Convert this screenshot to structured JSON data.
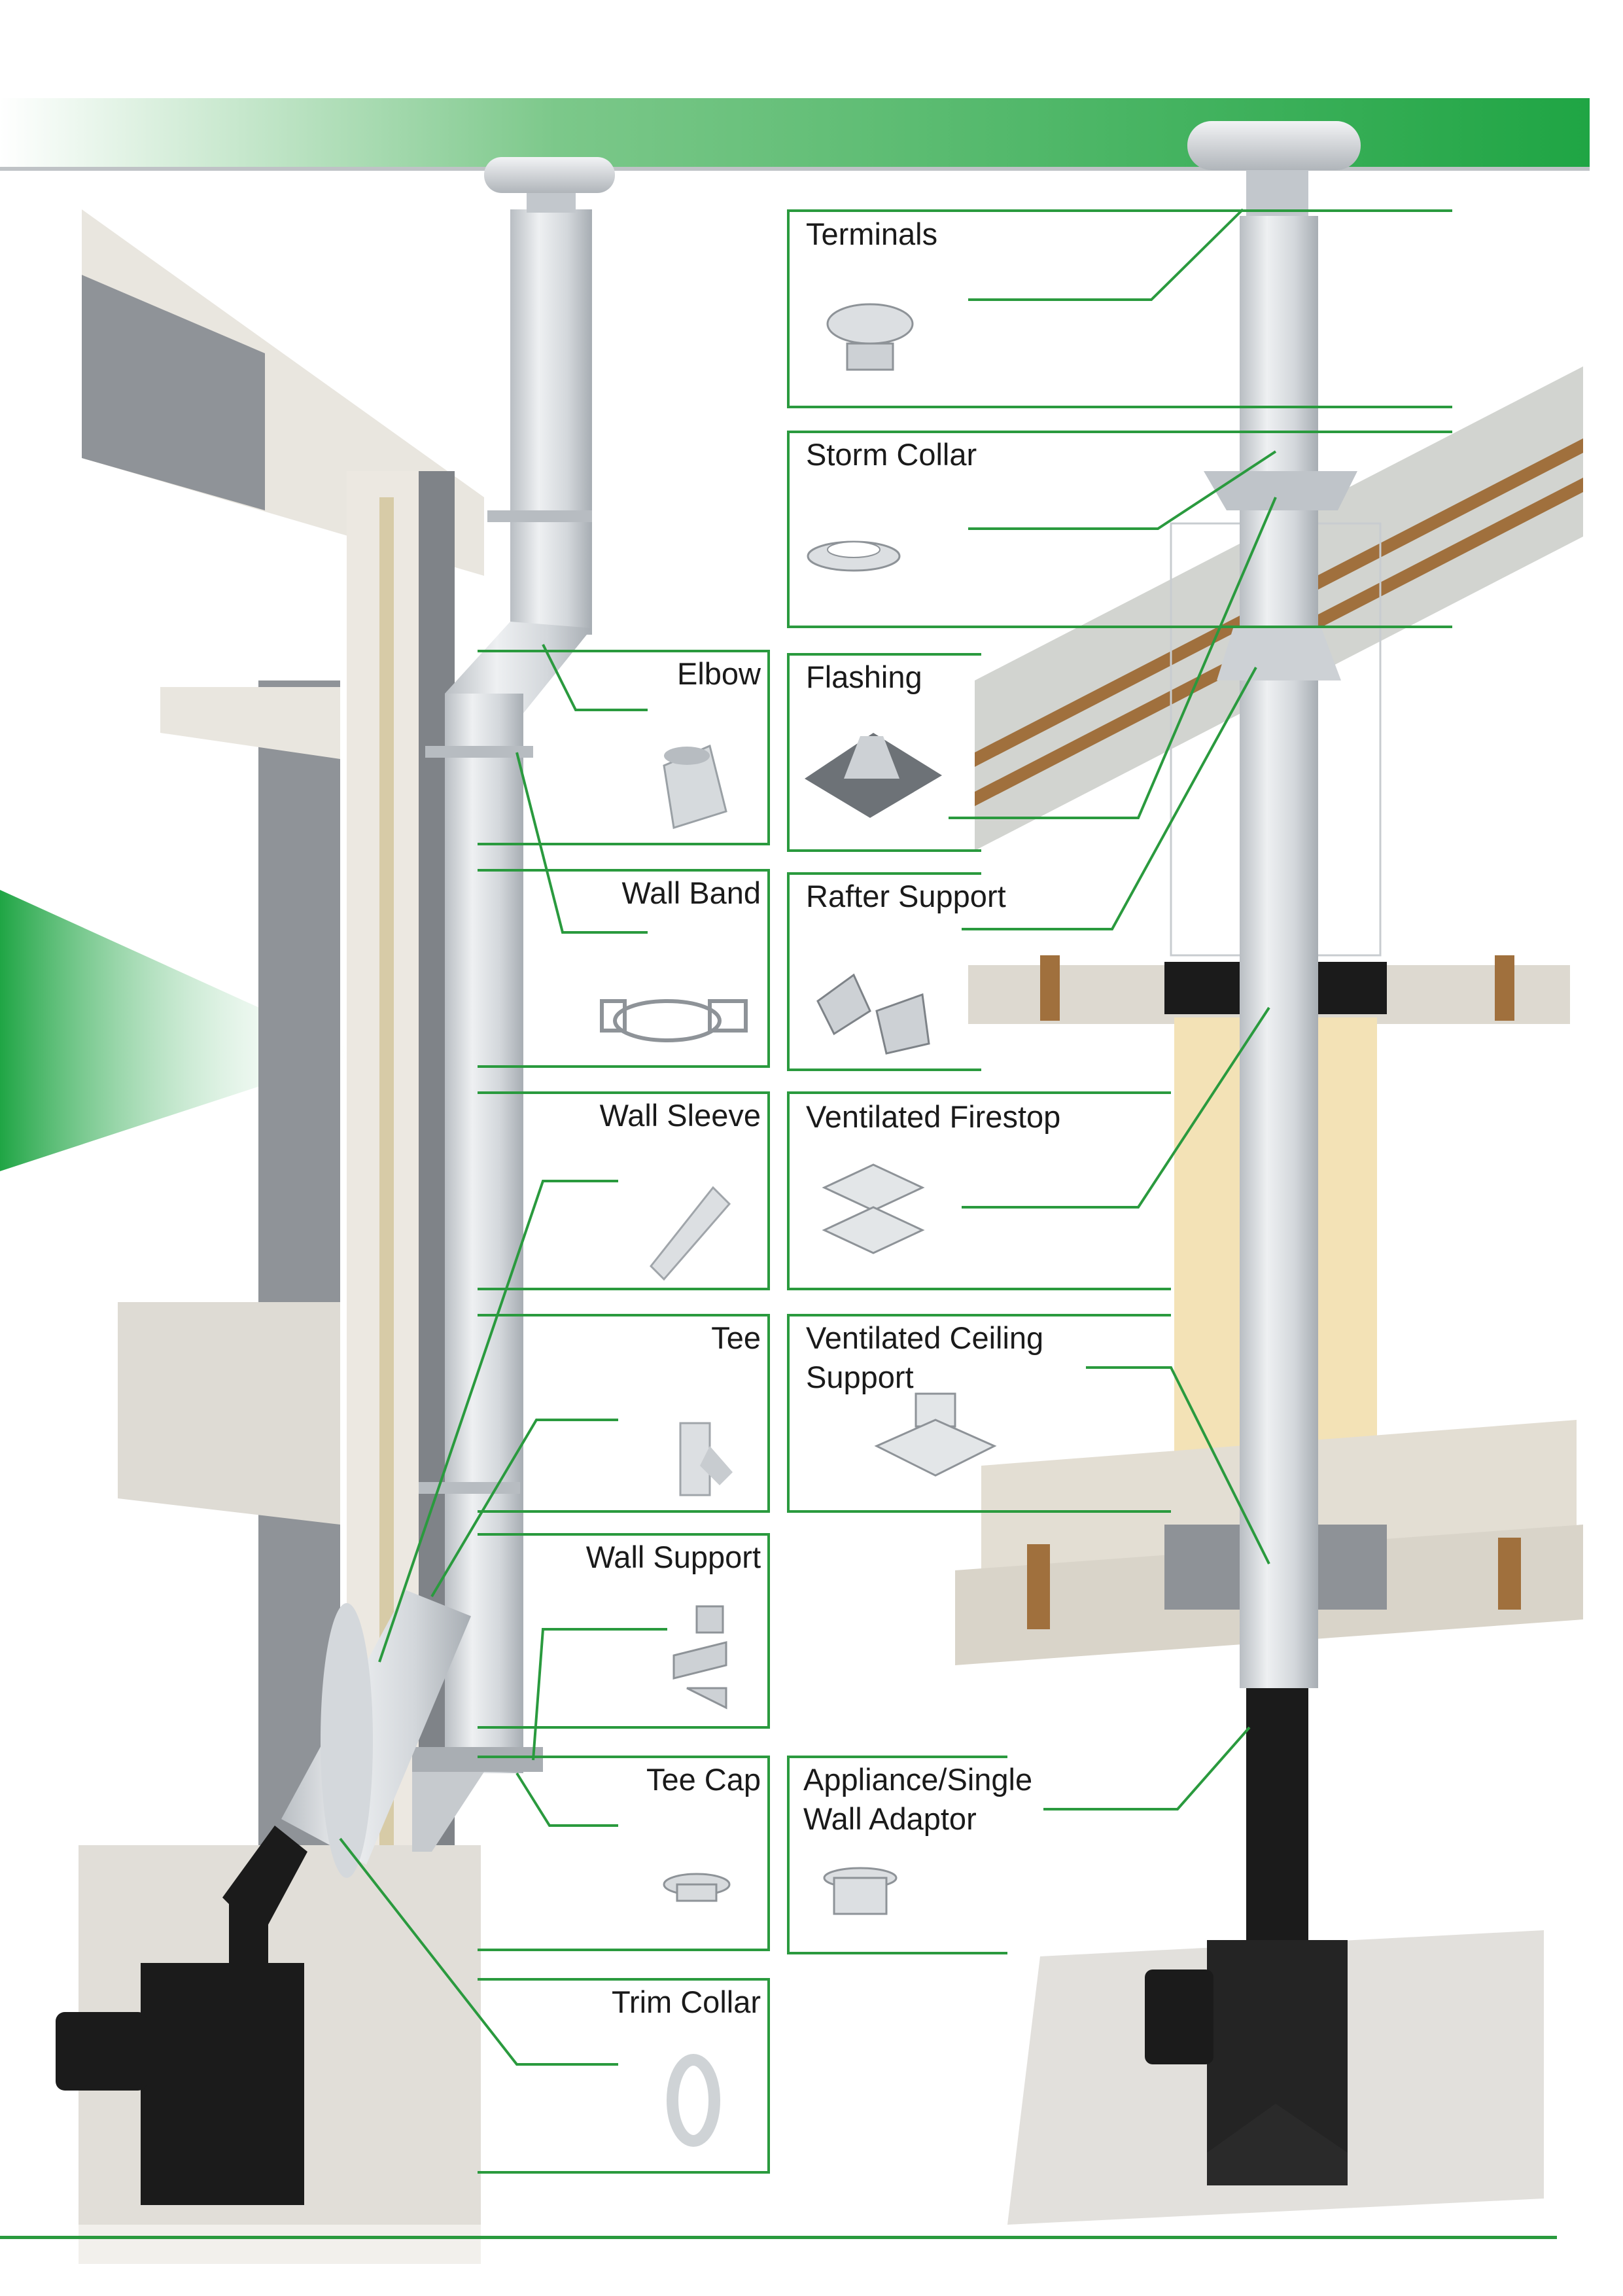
{
  "colors": {
    "accent_green": "#1fa544",
    "leader_green": "#2a9a3e",
    "steel": "#cfd4d8",
    "wall_grey": "#9a9ea3",
    "stove": "#1b1b1b",
    "insulation": "#f3e2b6",
    "timber": "#a0703d"
  },
  "left_components": [
    {
      "id": "elbow",
      "label": "Elbow",
      "icon": "elbow-icon"
    },
    {
      "id": "wall-band",
      "label": "Wall Band",
      "icon": "wall-band-icon"
    },
    {
      "id": "wall-sleeve",
      "label": "Wall Sleeve",
      "icon": "wall-sleeve-icon"
    },
    {
      "id": "tee",
      "label": "Tee",
      "icon": "tee-icon"
    },
    {
      "id": "wall-support",
      "label": "Wall Support",
      "icon": "wall-support-icon"
    },
    {
      "id": "tee-cap",
      "label": "Tee Cap",
      "icon": "tee-cap-icon"
    },
    {
      "id": "trim-collar",
      "label": "Trim Collar",
      "icon": "trim-collar-icon"
    }
  ],
  "right_components": [
    {
      "id": "terminals",
      "label": "Terminals",
      "icon": "terminal-cap-icon"
    },
    {
      "id": "storm-collar",
      "label": "Storm Collar",
      "icon": "storm-collar-icon"
    },
    {
      "id": "flashing",
      "label": "Flashing",
      "icon": "flashing-icon"
    },
    {
      "id": "rafter-support",
      "label": "Rafter Support",
      "icon": "rafter-support-icon"
    },
    {
      "id": "ventilated-firestop",
      "label": "Ventilated Firestop",
      "icon": "firestop-icon"
    },
    {
      "id": "ventilated-ceiling-support",
      "label_line1": "Ventilated Ceiling",
      "label_line2": "Support",
      "icon": "ceiling-support-icon"
    },
    {
      "id": "appliance-single-wall-adaptor",
      "label_line1": "Appliance/Single",
      "label_line2": "Wall Adaptor",
      "icon": "adaptor-icon"
    }
  ]
}
